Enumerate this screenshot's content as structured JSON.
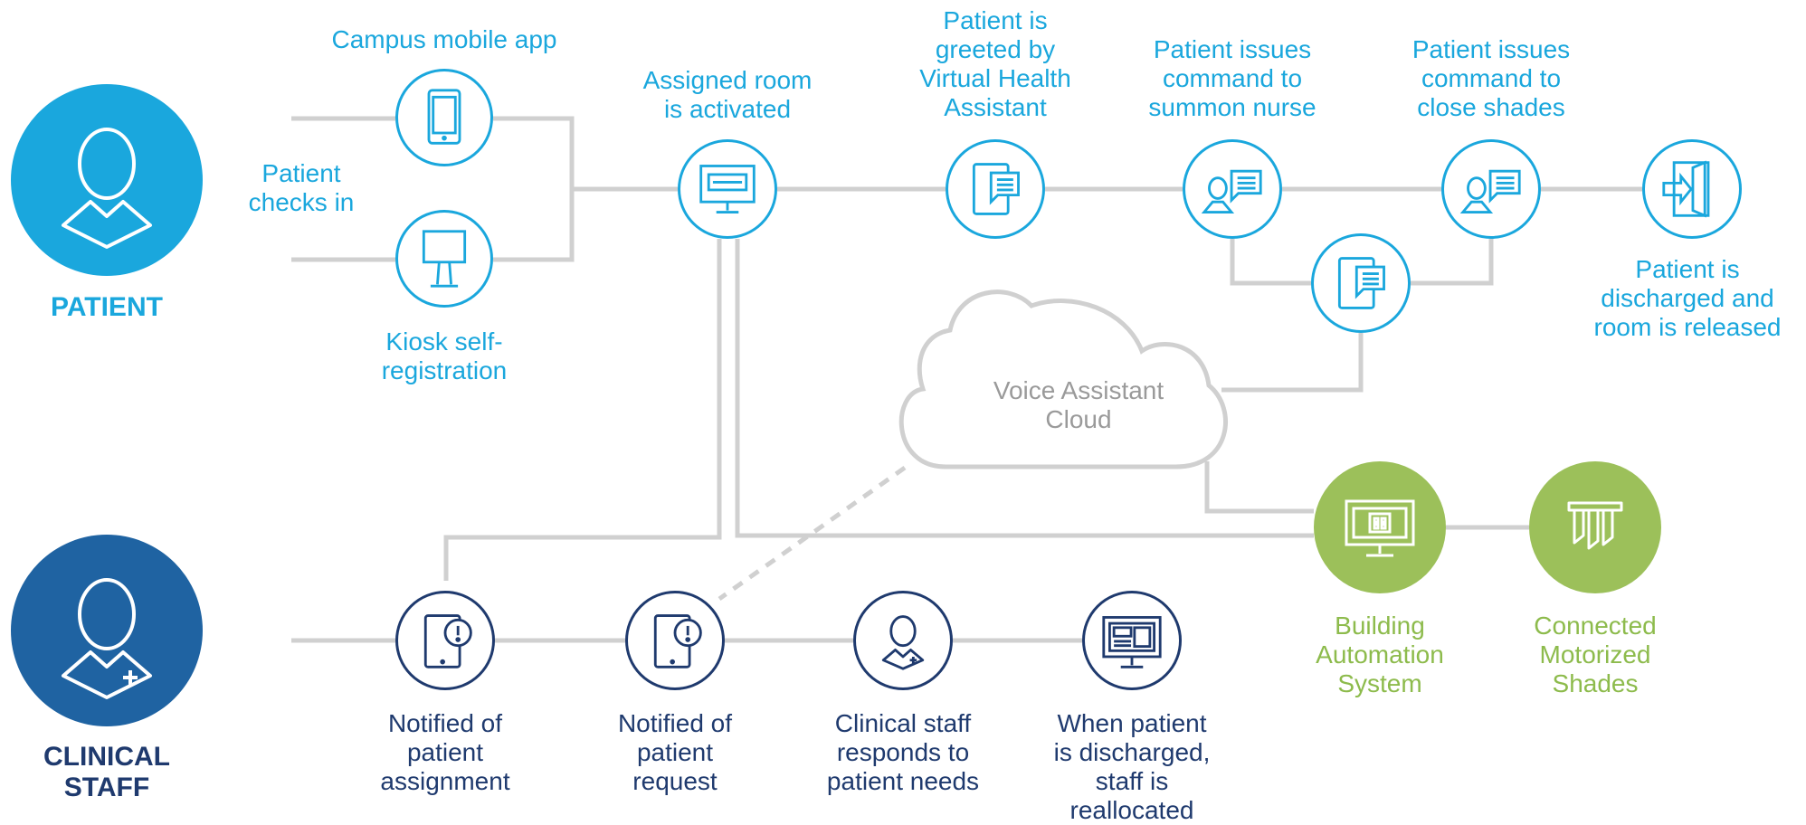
{
  "roles": {
    "patient": "PATIENT",
    "clinical_staff": "CLINICAL\nSTAFF"
  },
  "patient_flow": {
    "campus_app": "Campus mobile app",
    "checks_in": "Patient\nchecks in",
    "kiosk": "Kiosk self-\nregistration",
    "room_activated": "Assigned room\nis activated",
    "greeted": "Patient is\ngreeted by\nVirtual Health\nAssistant",
    "summon_nurse": "Patient issues\ncommand to\nsummon nurse",
    "close_shades": "Patient issues\ncommand to\nclose shades",
    "discharged": "Patient is\ndischarged and\nroom is released"
  },
  "cloud": {
    "label": "Voice Assistant\nCloud"
  },
  "systems": {
    "building": "Building\nAutomation\nSystem",
    "shades": "Connected\nMotorized\nShades"
  },
  "staff_flow": {
    "notified_assignment": "Notified of\npatient\nassignment",
    "notified_request": "Notified of\npatient\nrequest",
    "responds": "Clinical staff\nresponds to\npatient needs",
    "reallocated": "When patient\nis discharged,\nstaff is\nreallocated"
  },
  "icons": {
    "patient_avatar": "patient-avatar-icon",
    "staff_avatar": "clinical-staff-avatar-icon",
    "mobile": "mobile-phone-icon",
    "kiosk": "kiosk-icon",
    "monitor": "monitor-icon",
    "tablet_chat": "tablet-chat-icon",
    "person_chat": "person-chat-icon",
    "exit_door": "exit-door-icon",
    "tablet_alert": "tablet-alert-icon",
    "nurse": "nurse-icon",
    "dashboard": "dashboard-monitor-icon",
    "building_screen": "building-automation-icon",
    "shades": "shades-icon"
  },
  "colors": {
    "patient_blue": "#1aa7dd",
    "staff_navy": "#1f3a6e",
    "system_green": "#9cc05a",
    "connector_gray": "#cfcfcf",
    "cloud_text_gray": "#9a9a9a"
  }
}
